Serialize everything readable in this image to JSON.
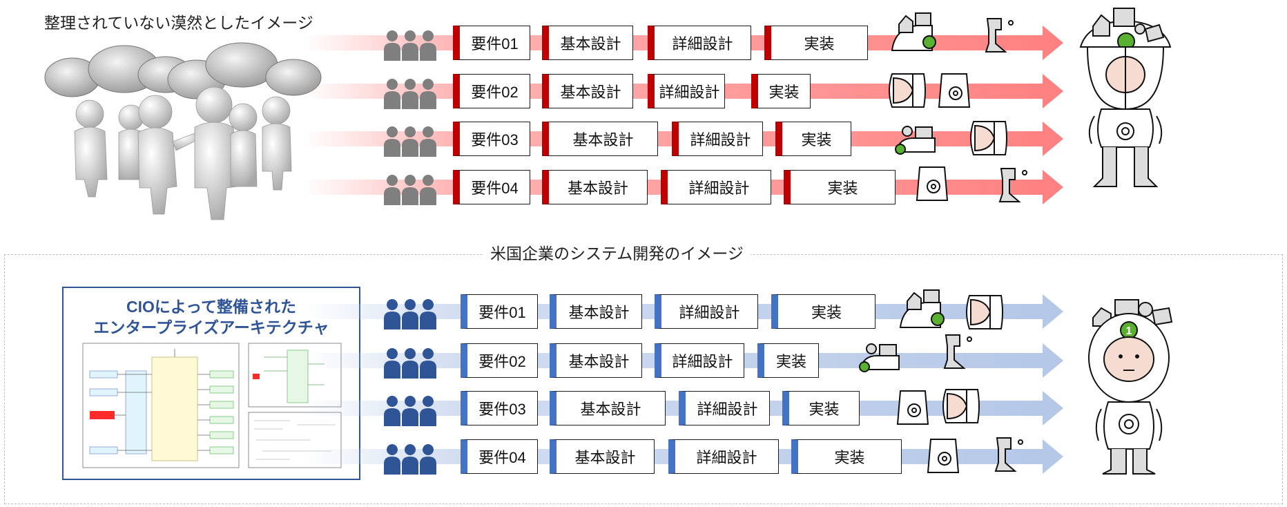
{
  "top": {
    "caption": "整理されていない漠然としたイメージ",
    "rows": [
      {
        "req": "要件01",
        "basic": "基本設計",
        "detail": "詳細設計",
        "impl": "実装"
      },
      {
        "req": "要件02",
        "basic": "基本設計",
        "detail": "詳細設計",
        "impl": "実装"
      },
      {
        "req": "要件03",
        "basic": "基本設計",
        "detail": "詳細設計",
        "impl": "実装"
      },
      {
        "req": "要件04",
        "basic": "基本設計",
        "detail": "詳細設計",
        "impl": "実装"
      }
    ]
  },
  "bottom": {
    "caption": "米国企業のシステム開発のイメージ",
    "ea_title_line1": "CIOによって整備された",
    "ea_title_line2": "エンタープライズアーキテクチャ",
    "rows": [
      {
        "req": "要件01",
        "basic": "基本設計",
        "detail": "詳細設計",
        "impl": "実装"
      },
      {
        "req": "要件02",
        "basic": "基本設計",
        "detail": "詳細設計",
        "impl": "実装"
      },
      {
        "req": "要件03",
        "basic": "基本設計",
        "detail": "詳細設計",
        "impl": "実装"
      },
      {
        "req": "要件04",
        "basic": "基本設計",
        "detail": "詳細設計",
        "impl": "実装"
      }
    ],
    "robot_badge": "1"
  },
  "colors": {
    "top_accent": "#c00000",
    "top_arrow": "#ff8080",
    "bottom_accent": "#4472c4",
    "bottom_arrow": "#b4c7e7",
    "team_gray": "#7f7f7f",
    "team_blue": "#2f5597",
    "badge_green": "#5ab031"
  },
  "icons": [
    "speech-bubble-icon",
    "person-figure-icon",
    "team-icon",
    "robot-fragment-icon",
    "robot-icon",
    "architecture-diagram-thumbnail"
  ]
}
